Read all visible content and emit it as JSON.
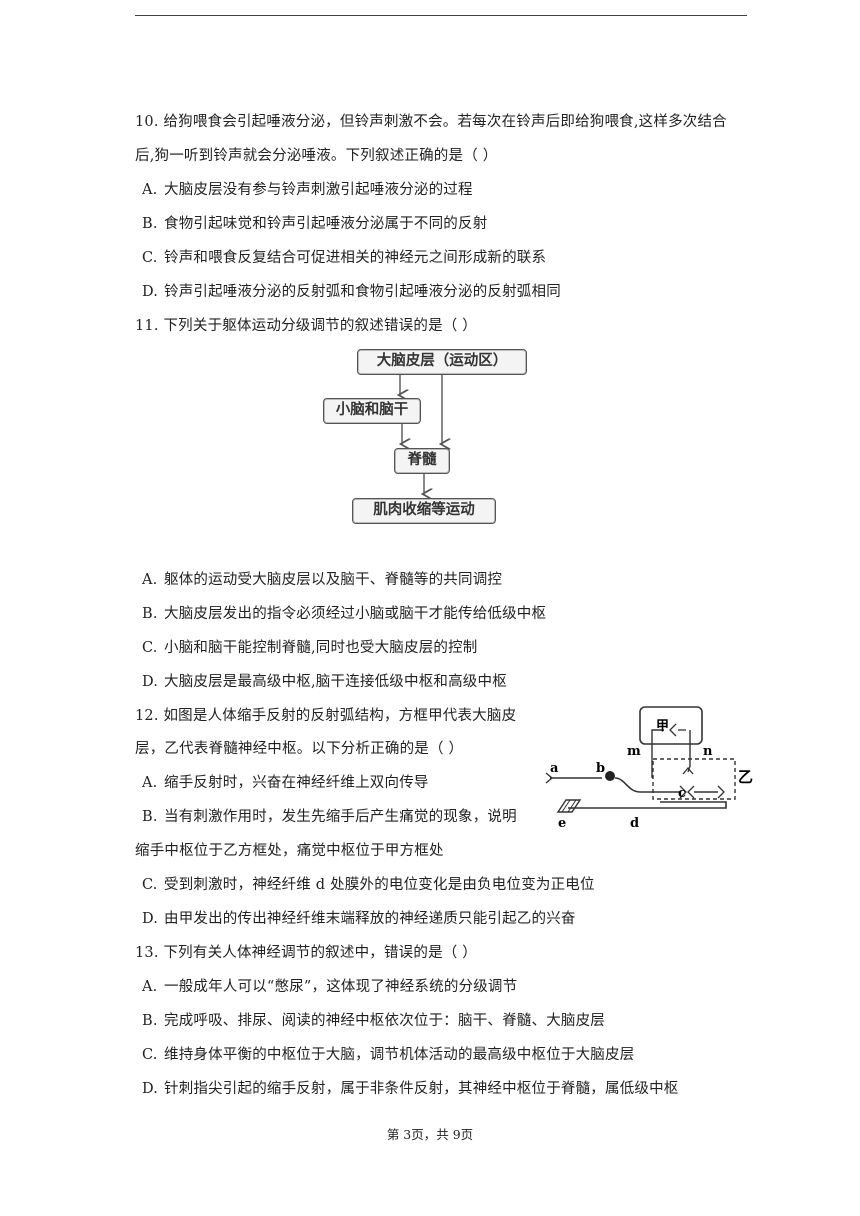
{
  "q10": {
    "line1": "10. 给狗喂食会引起唾液分泌，但铃声刺激不会。若每次在铃声后即给狗喂食,这样多次结合",
    "line2": "后,狗一听到铃声就会分泌唾液。下列叙述正确的是（        ）",
    "options": [
      {
        "label": "A.",
        "text": "大脑皮层没有参与铃声刺激引起唾液分泌的过程"
      },
      {
        "label": "B.",
        "text": "食物引起味觉和铃声引起唾液分泌属于不同的反射"
      },
      {
        "label": "C.",
        "text": "铃声和喂食反复结合可促进相关的神经元之间形成新的联系"
      },
      {
        "label": "D.",
        "text": "铃声引起唾液分泌的反射弧和食物引起唾液分泌的反射弧相同"
      }
    ]
  },
  "q11": {
    "stem": "11. 下列关于躯体运动分级调节的叙述错误的是（        ）",
    "diagram": {
      "box1": "大脑皮层（运动区）",
      "box2": "小脑和脑干",
      "box3": "脊髓",
      "box4": "肌肉收缩等运动"
    },
    "options": [
      {
        "label": "A.",
        "text": "躯体的运动受大脑皮层以及脑干、脊髓等的共同调控"
      },
      {
        "label": "B.",
        "text": "大脑皮层发出的指令必须经过小脑或脑干才能传给低级中枢"
      },
      {
        "label": "C.",
        "text": "小脑和脑干能控制脊髓,同时也受大脑皮层的控制"
      },
      {
        "label": "D.",
        "text": "大脑皮层是最高级中枢,脑干连接低级中枢和高级中枢"
      }
    ]
  },
  "q12": {
    "line1": "12. 如图是人体缩手反射的反射弧结构，方框甲代表大脑皮",
    "line2": "层，乙代表脊髓神经中枢。以下分析正确的是（        ）",
    "optA": {
      "label": "A.",
      "text": "缩手反射时，兴奋在神经纤维上双向传导"
    },
    "optB_1": {
      "label": "B.",
      "text": "当有刺激作用时，发生先缩手后产生痛觉的现象，说明"
    },
    "optB_2": "缩手中枢位于乙方框处，痛觉中枢位于甲方框处",
    "optC": {
      "label": "C.",
      "text": "受到刺激时，神经纤维 d 处膜外的电位变化是由负电位变为正电位"
    },
    "optD": {
      "label": "D.",
      "text": "由甲发出的传出神经纤维末端释放的神经递质只能引起乙的兴奋"
    },
    "diagram": {
      "jia": "甲",
      "yi": "乙",
      "a": "a",
      "b": "b",
      "c": "c",
      "d": "d",
      "e": "e",
      "m": "m",
      "n": "n"
    }
  },
  "q13": {
    "stem": "13. 下列有关人体神经调节的叙述中，错误的是（        ）",
    "options": [
      {
        "label": "A.",
        "text": "一般成年人可以“憋尿”，这体现了神经系统的分级调节"
      },
      {
        "label": "B.",
        "text": "完成呼吸、排尿、阅读的神经中枢依次位于：脑干、脊髓、大脑皮层"
      },
      {
        "label": "C.",
        "text": "维持身体平衡的中枢位于大脑，调节机体活动的最高级中枢位于大脑皮层"
      },
      {
        "label": "D.",
        "text": "针刺指尖引起的缩手反射，属于非条件反射，其神经中枢位于脊髓，属低级中枢"
      }
    ]
  },
  "footer": "第 3页，共 9页"
}
